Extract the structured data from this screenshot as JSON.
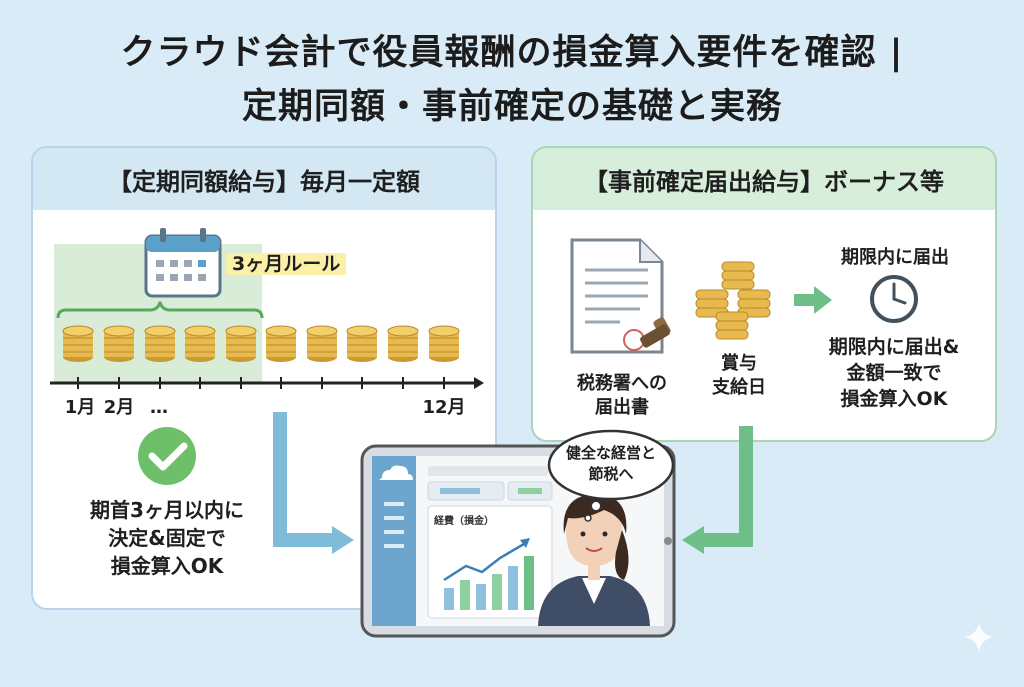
{
  "title": {
    "line1": "クラウド会計で役員報酬の損金算入要件を確認 |",
    "line2": "定期同額・事前確定の基礎と実務"
  },
  "left_panel": {
    "header": "【定期同額給与】毎月一定額",
    "rule_label": "3ヶ月ルール",
    "month_labels": [
      "1月",
      "2月",
      "…",
      "12月"
    ],
    "result_text": [
      "期首3ヶ月以内に",
      "決定&固定で",
      "損金算入OK"
    ]
  },
  "right_panel": {
    "header": "【事前確定届出給与】ボーナス等",
    "doc_label": [
      "税務署への",
      "届出書"
    ],
    "payday_label": [
      "賞与",
      "支給日"
    ],
    "deadline_label": "期限内に届出",
    "result_text": [
      "期限内に届出&",
      "金額一致で",
      "損金算入OK"
    ]
  },
  "tablet": {
    "chart_label": "経費（損金）",
    "speech": [
      "健全な経営と",
      "節税へ"
    ]
  },
  "colors": {
    "blue_arrow": "#7fbcd8",
    "green_arrow": "#6dbf87",
    "coin": "#e8b94e",
    "check": "#6dbf6a"
  }
}
